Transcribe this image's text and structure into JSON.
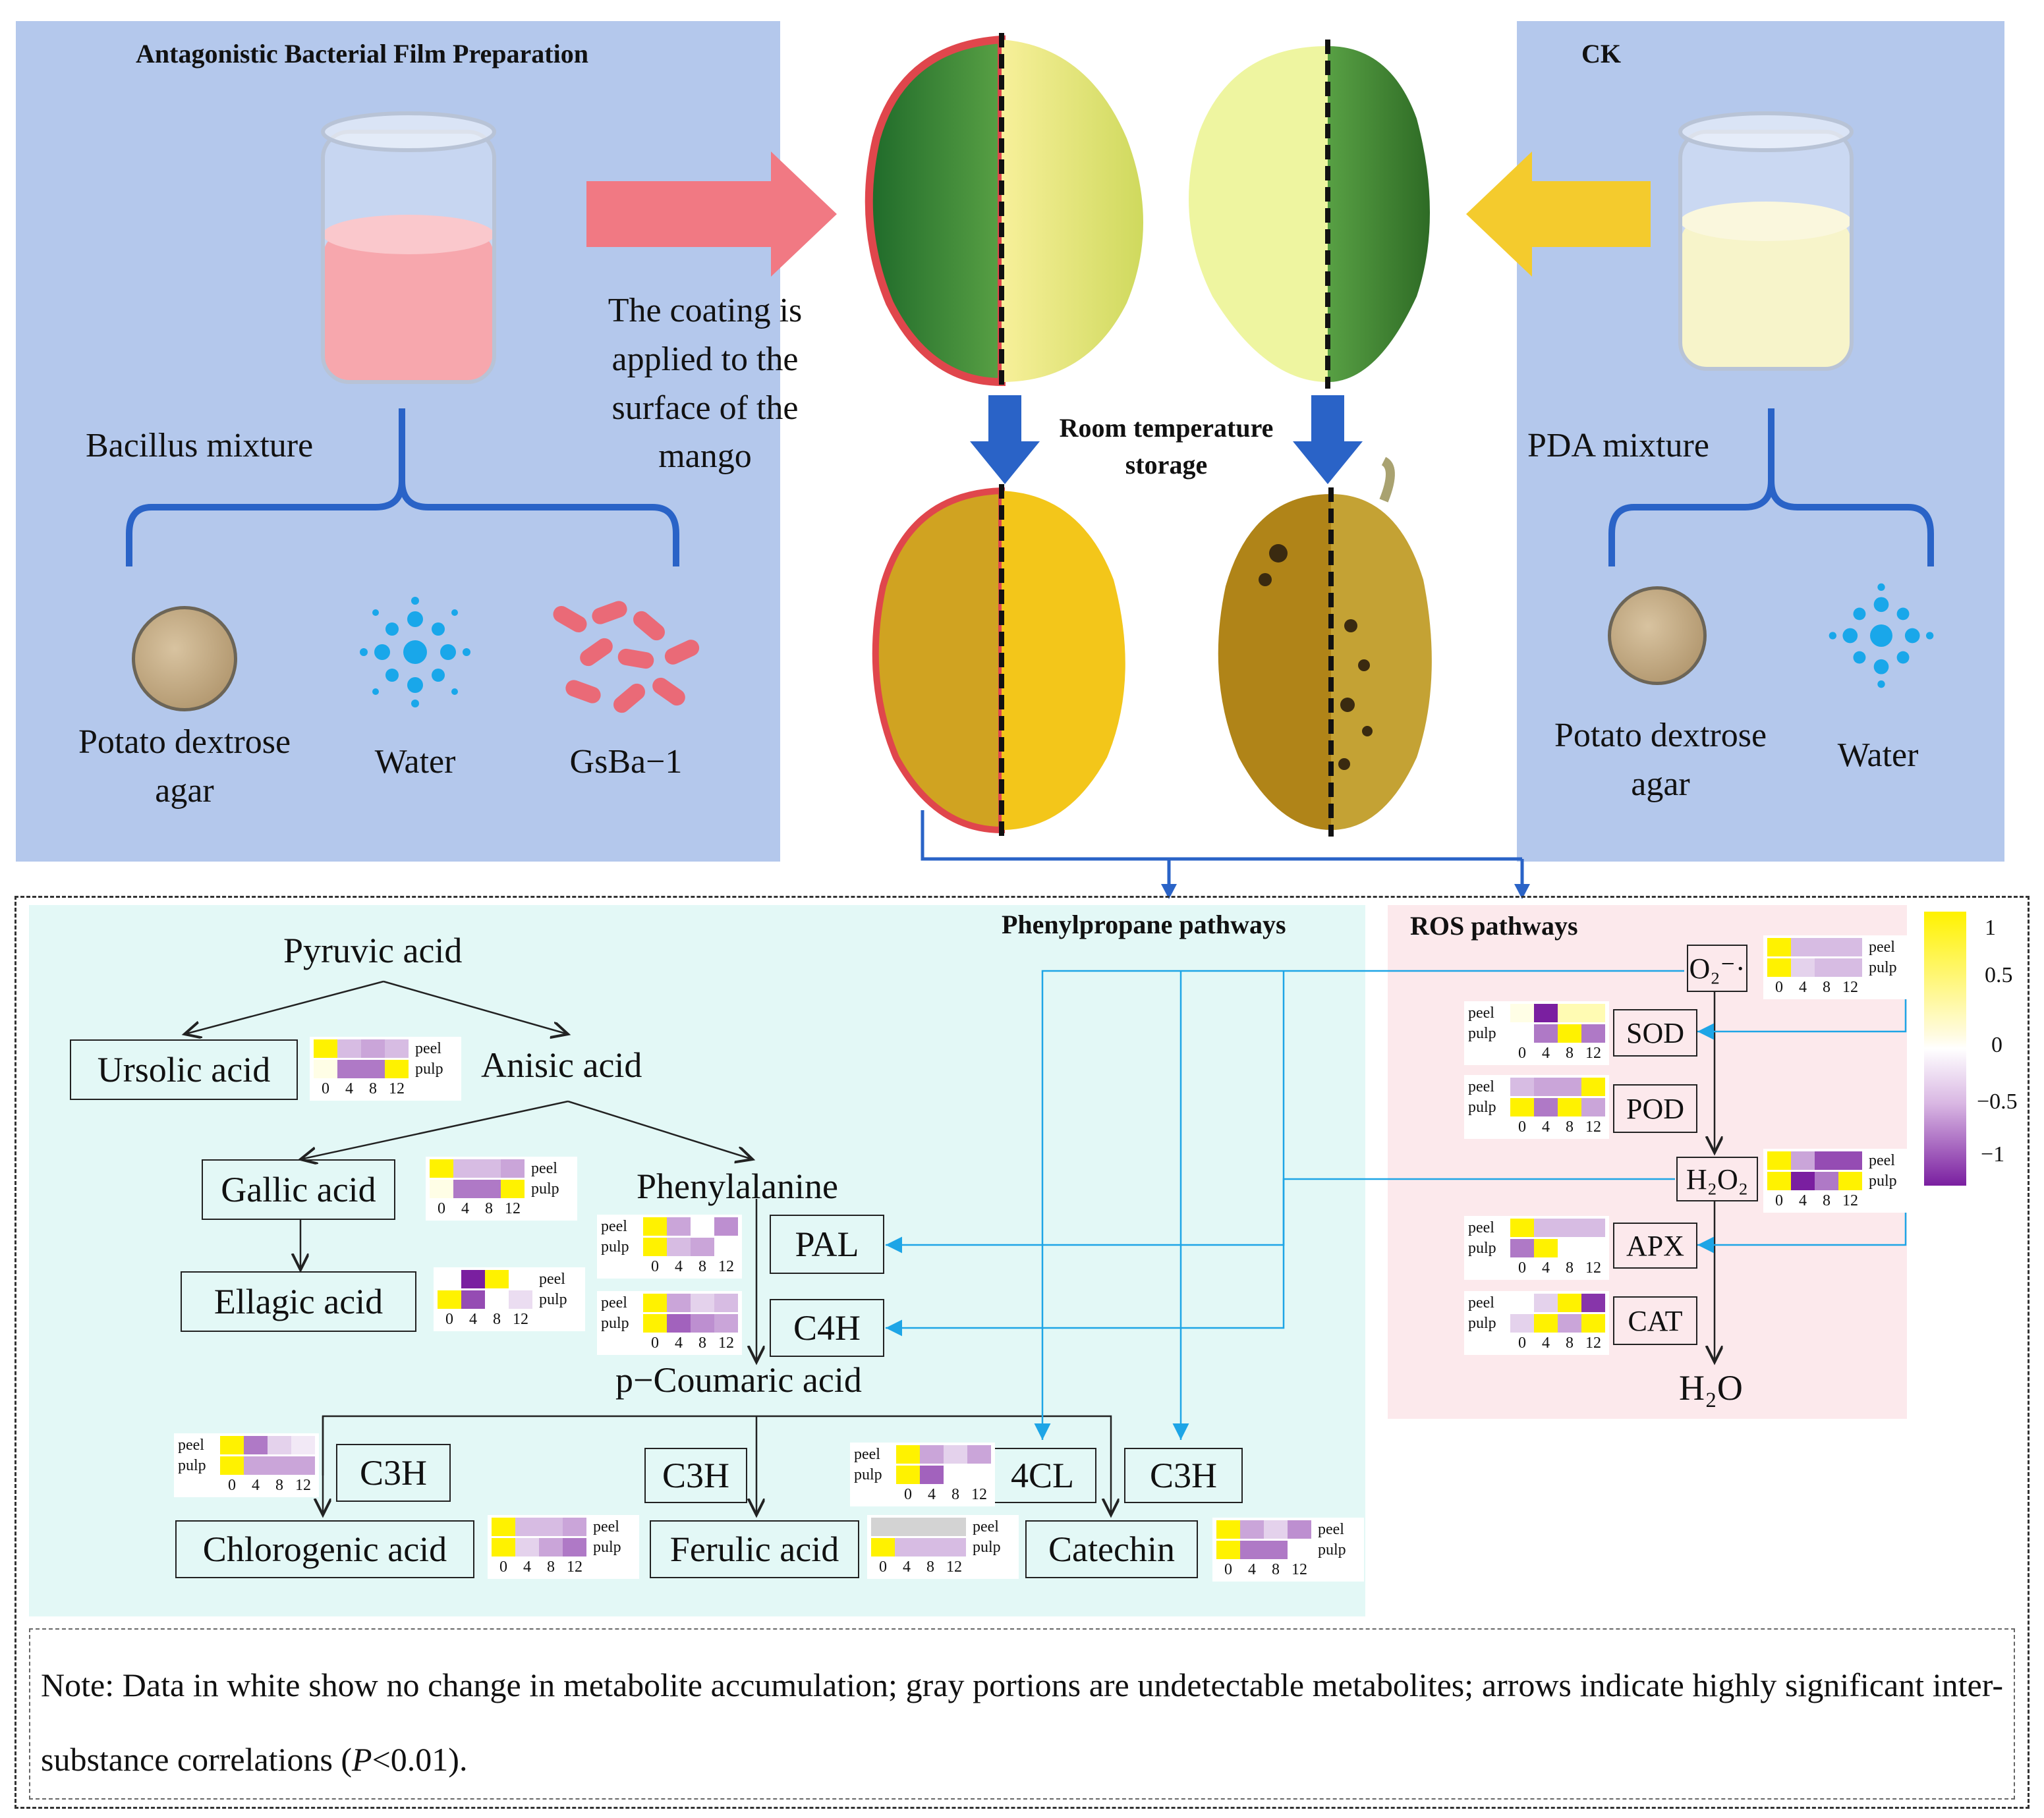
{
  "top": {
    "left_panel": {
      "title": "Antagonistic Bacterial Film Preparation",
      "mixture_label": "Bacillus mixture",
      "ingredients": [
        "Potato dextrose agar",
        "Water",
        "GsBa−1"
      ],
      "coating_text": "The coating is applied to the surface of the mango"
    },
    "right_panel": {
      "title": "CK",
      "mixture_label": "PDA mixture",
      "ingredients": [
        "Potato dextrose agar",
        "Water"
      ]
    },
    "storage_label": "Room temperature storage"
  },
  "bottom": {
    "phenyl_title": "Phenylpropane pathways",
    "ros_title": "ROS pathways",
    "metabolites": {
      "pyruvic": "Pyruvic acid",
      "ursolic": "Ursolic acid",
      "anisic": "Anisic acid",
      "gallic": "Gallic acid",
      "ellagic": "Ellagic acid",
      "phenylalanine": "Phenylalanine",
      "coumaric": "p−Coumaric acid",
      "chlorogenic": "Chlorogenic acid",
      "ferulic": "Ferulic acid",
      "catechin": "Catechin",
      "water": "H₂O"
    },
    "enzymes": {
      "pal": "PAL",
      "c4h": "C4H",
      "c3h": "C3H",
      "fourcl": "4CL",
      "o2": "O₂⁻·",
      "sod": "SOD",
      "pod": "POD",
      "h2o2": "H₂O₂",
      "apx": "APX",
      "cat": "CAT"
    },
    "heatmap_rows": [
      "peel",
      "pulp"
    ],
    "heatmap_days": [
      "0",
      "4",
      "8",
      "12"
    ],
    "colorbar_ticks": [
      "1",
      "0.5",
      "0",
      "−0.5",
      "−1"
    ],
    "colors": {
      "high": "#fff200",
      "mid": "#ffffff",
      "low": "#7a1fa0",
      "undetected": "#d3d3d3"
    },
    "note_prefix": "Note: Data in white show no change in metabolite accumulation; gray portions are undetectable metabolites; arrows indicate highly significant inter-substance correlations (",
    "note_italic": "P",
    "note_suffix": "<0.01)."
  },
  "heatmaps": {
    "ursolic": [
      [
        1,
        -0.3,
        -0.4,
        -0.3
      ],
      [
        0.1,
        -0.6,
        -0.6,
        1
      ]
    ],
    "gallic": [
      [
        1,
        -0.3,
        -0.3,
        -0.4
      ],
      [
        0.1,
        -0.6,
        -0.6,
        1
      ]
    ],
    "ellagic": [
      [
        0,
        -1,
        1,
        0
      ],
      [
        1,
        -0.8,
        0,
        -0.15
      ]
    ],
    "pal": [
      [
        1,
        -0.4,
        0,
        -0.5
      ],
      [
        1,
        -0.3,
        -0.4,
        0
      ]
    ],
    "c4h": [
      [
        1,
        -0.4,
        -0.2,
        -0.3
      ],
      [
        1,
        -0.7,
        -0.5,
        -0.4
      ]
    ],
    "c3h": [
      [
        1,
        -0.6,
        -0.2,
        -0.1
      ],
      [
        1,
        -0.4,
        -0.4,
        -0.4
      ]
    ],
    "fourcl": [
      [
        1,
        -0.4,
        -0.2,
        -0.4
      ],
      [
        1,
        -0.7,
        0,
        0
      ]
    ],
    "chlorogenic": [
      [
        1,
        -0.3,
        -0.3,
        -0.4
      ],
      [
        1,
        -0.2,
        -0.4,
        -0.6
      ]
    ],
    "ferulic": [
      [
        null,
        null,
        null,
        null
      ],
      [
        1,
        -0.3,
        -0.3,
        -0.3
      ]
    ],
    "catechin": [
      [
        1,
        -0.4,
        -0.2,
        -0.5
      ],
      [
        1,
        -0.6,
        -0.6,
        0
      ]
    ],
    "o2": [
      [
        1,
        -0.3,
        -0.3,
        -0.3
      ],
      [
        1,
        -0.2,
        -0.3,
        -0.3
      ]
    ],
    "sod": [
      [
        0.1,
        -1,
        0.3,
        0.3
      ],
      [
        0,
        -0.6,
        1,
        -0.6
      ]
    ],
    "pod": [
      [
        -0.3,
        -0.4,
        -0.4,
        1
      ],
      [
        1,
        -0.6,
        1,
        -0.4
      ]
    ],
    "h2o2": [
      [
        1,
        -0.4,
        -0.8,
        -0.8
      ],
      [
        1,
        -1,
        -0.6,
        1
      ]
    ],
    "apx": [
      [
        1,
        -0.3,
        -0.3,
        -0.3
      ],
      [
        -0.6,
        1,
        0,
        0
      ]
    ],
    "cat": [
      [
        0,
        -0.2,
        1,
        -0.9
      ],
      [
        -0.2,
        1,
        -0.4,
        1
      ]
    ]
  }
}
